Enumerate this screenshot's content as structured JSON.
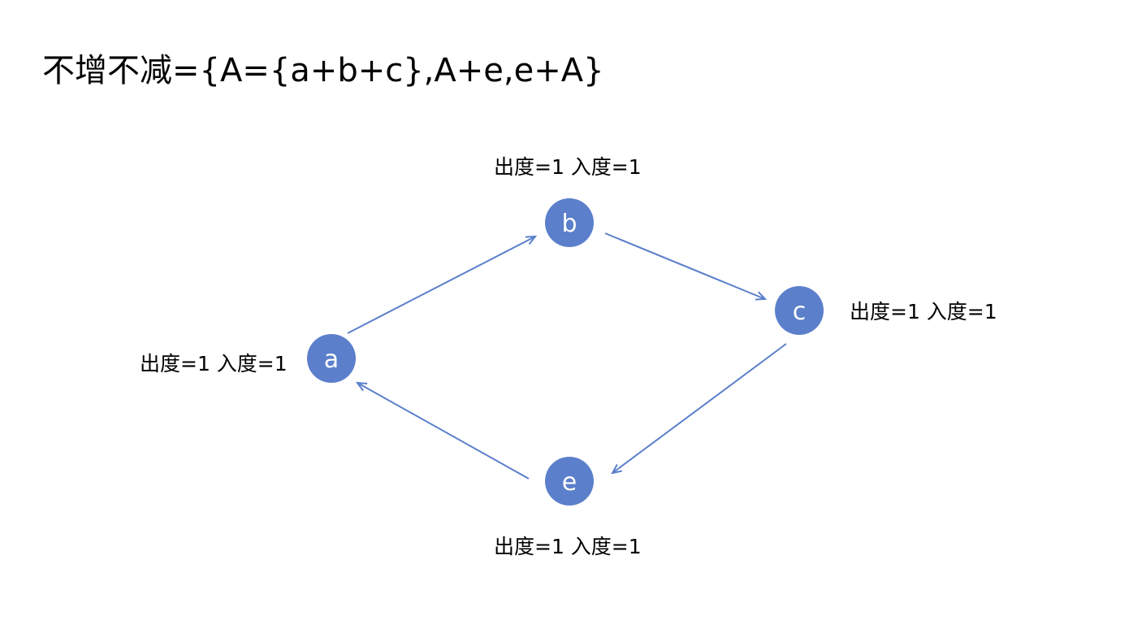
{
  "title": "不增不减={A={a+b+c},A+e,e+A}",
  "colors": {
    "node_fill": "#5b7fcb",
    "edge": "#5b7fcb",
    "node_text": "#ffffff"
  },
  "nodes": [
    {
      "id": "a",
      "label": "a",
      "degree_label": "出度=1 入度=1"
    },
    {
      "id": "b",
      "label": "b",
      "degree_label": "出度=1 入度=1"
    },
    {
      "id": "c",
      "label": "c",
      "degree_label": "出度=1 入度=1"
    },
    {
      "id": "e",
      "label": "e",
      "degree_label": "出度=1 入度=1"
    }
  ],
  "edges": [
    {
      "from": "a",
      "to": "b"
    },
    {
      "from": "b",
      "to": "c"
    },
    {
      "from": "c",
      "to": "e"
    },
    {
      "from": "e",
      "to": "a"
    }
  ]
}
